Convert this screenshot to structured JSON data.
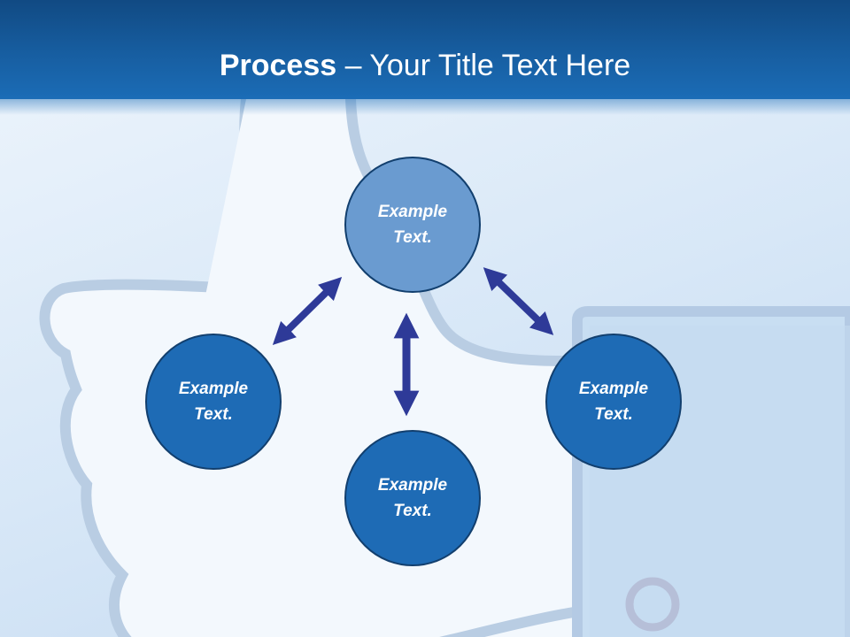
{
  "title": {
    "bold": "Process",
    "rest": " – Your Title Text Here"
  },
  "colors": {
    "header": "#175ea1",
    "node_primary": "#1e6bb5",
    "node_top": "#6a9bd0",
    "arrow": "#2e3a98",
    "background": "#d7e7f7"
  },
  "nodes": {
    "top": {
      "line1": "Example",
      "line2": "Text."
    },
    "left": {
      "line1": "Example",
      "line2": "Text."
    },
    "right": {
      "line1": "Example",
      "line2": "Text."
    },
    "bottom": {
      "line1": "Example",
      "line2": "Text."
    }
  },
  "icons": [
    "thumbs-up-background",
    "double-arrow-icon"
  ]
}
